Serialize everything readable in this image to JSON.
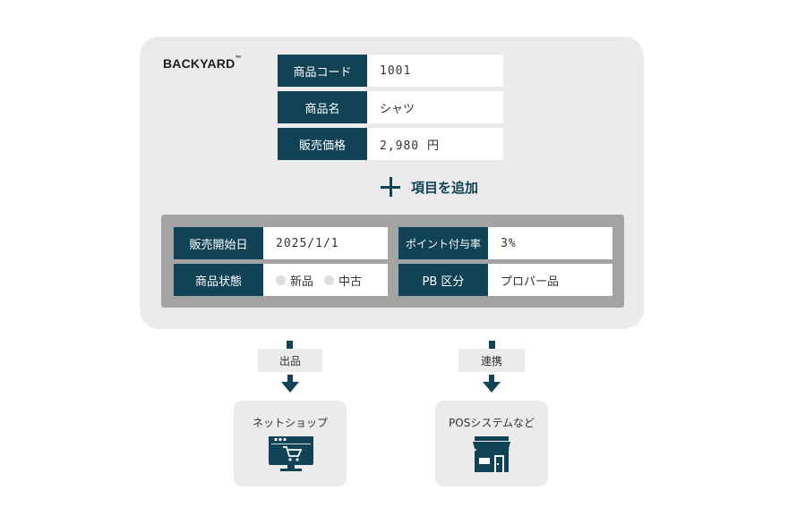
{
  "logo": {
    "text": "BACKYARD",
    "mark": "™"
  },
  "product_fields": [
    {
      "label": "商品コード",
      "value": "1001"
    },
    {
      "label": "商品名",
      "value": "シャツ"
    },
    {
      "label": "販売価格",
      "value": "2,980 円"
    }
  ],
  "add_item": {
    "icon": "plus-icon",
    "label": "項目を追加"
  },
  "extra_fields": {
    "sale_start": {
      "label": "販売開始日",
      "value": "2025/1/1"
    },
    "point_rate": {
      "label": "ポイント付与率",
      "value": "3%"
    },
    "condition": {
      "label": "商品状態",
      "options": [
        "新品",
        "中古"
      ]
    },
    "pb": {
      "label": "PB 区分",
      "value": "プロパー品"
    }
  },
  "flows": [
    {
      "tag": "出品",
      "target": "ネットショップ",
      "icon": "online-shop-monitor-icon"
    },
    {
      "tag": "連携",
      "target": "POSシステムなど",
      "icon": "store-icon"
    }
  ],
  "colors": {
    "accent": "#0f4355",
    "panel": "#ebebeb",
    "subpanel": "#a3a3a3"
  }
}
